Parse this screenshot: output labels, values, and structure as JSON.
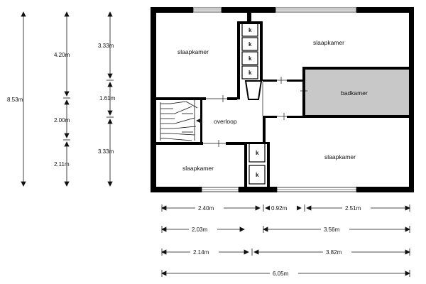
{
  "rooms": {
    "bedroom_top_left": "slaapkamer",
    "bedroom_top_right": "slaapkamer",
    "bathroom": "badkamer",
    "landing": "overloop",
    "bedroom_bottom_right": "slaapkamer",
    "bedroom_bottom_left": "slaapkamer"
  },
  "cupboard_label": "k",
  "vertical_dimensions": {
    "total": "8.53m",
    "col2": [
      "4.20m",
      "2.00m",
      "2.11m"
    ],
    "col3": [
      "3.33m",
      "1.61m",
      "3.33m"
    ]
  },
  "horizontal_dimensions": {
    "row1": [
      "2.40m",
      "0.92m",
      "2.51m"
    ],
    "row2": [
      "2.03m",
      "3.56m"
    ],
    "row3": [
      "2.14m",
      "3.82m"
    ],
    "total": "6.05m"
  },
  "colors": {
    "wall": "#000000",
    "bathroom_fill": "#c8c8c8",
    "line": "#111111"
  }
}
